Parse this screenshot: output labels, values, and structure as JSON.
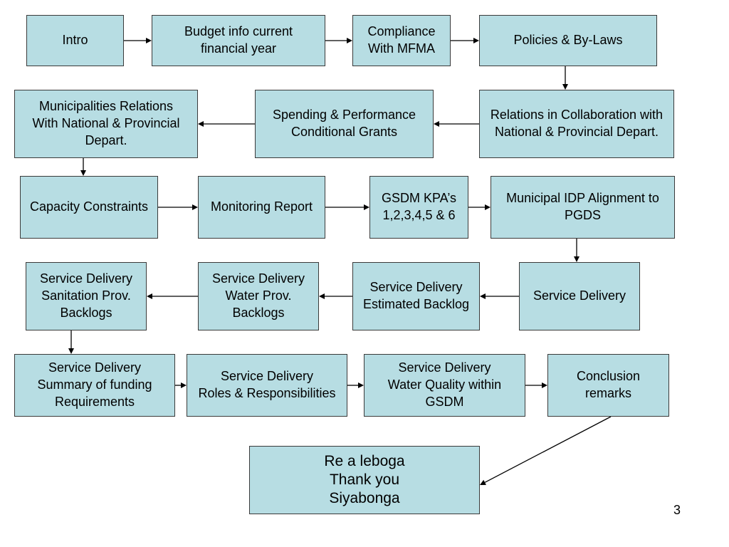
{
  "colors": {
    "box_fill": "#b7dde3",
    "box_border": "#3a3a3a",
    "arrow": "#000000"
  },
  "nodes": {
    "intro": "Intro",
    "budget": "Budget info current\nfinancial year",
    "compliance": "Compliance\nWith MFMA",
    "policies": "Policies & By-Laws",
    "relations_collab": "Relations in Collaboration with\nNational & Provincial Depart.",
    "spending": "Spending & Performance\nConditional Grants",
    "municipalities": "Municipalities Relations\nWith National & Provincial\nDepart.",
    "capacity": "Capacity Constraints",
    "monitoring": "Monitoring Report",
    "gsdm_kpa": "GSDM KPA’s\n1,2,3,4,5 & 6",
    "idp": "Municipal IDP Alignment to\nPGDS",
    "sd": "Service Delivery",
    "sd_estimated": "Service Delivery\nEstimated Backlog",
    "sd_water": "Service Delivery\nWater Prov.\nBacklogs",
    "sd_sanitation": "Service Delivery\nSanitation Prov.\nBacklogs",
    "sd_summary": "Service Delivery\nSummary of funding\nRequirements",
    "sd_roles": "Service Delivery\nRoles & Responsibilities",
    "sd_quality": "Service Delivery\nWater Quality within\nGSDM",
    "conclusion": "Conclusion\nremarks",
    "thanks": "Re a leboga\nThank you\nSiyabonga"
  },
  "edges": [
    [
      "intro",
      "budget"
    ],
    [
      "budget",
      "compliance"
    ],
    [
      "compliance",
      "policies"
    ],
    [
      "policies",
      "relations_collab"
    ],
    [
      "relations_collab",
      "spending"
    ],
    [
      "spending",
      "municipalities"
    ],
    [
      "municipalities",
      "capacity"
    ],
    [
      "capacity",
      "monitoring"
    ],
    [
      "monitoring",
      "gsdm_kpa"
    ],
    [
      "gsdm_kpa",
      "idp"
    ],
    [
      "idp",
      "sd"
    ],
    [
      "sd",
      "sd_estimated"
    ],
    [
      "sd_estimated",
      "sd_water"
    ],
    [
      "sd_water",
      "sd_sanitation"
    ],
    [
      "sd_sanitation",
      "sd_summary"
    ],
    [
      "sd_summary",
      "sd_roles"
    ],
    [
      "sd_roles",
      "sd_quality"
    ],
    [
      "sd_quality",
      "conclusion"
    ],
    [
      "conclusion",
      "thanks"
    ]
  ],
  "page_number": "3"
}
